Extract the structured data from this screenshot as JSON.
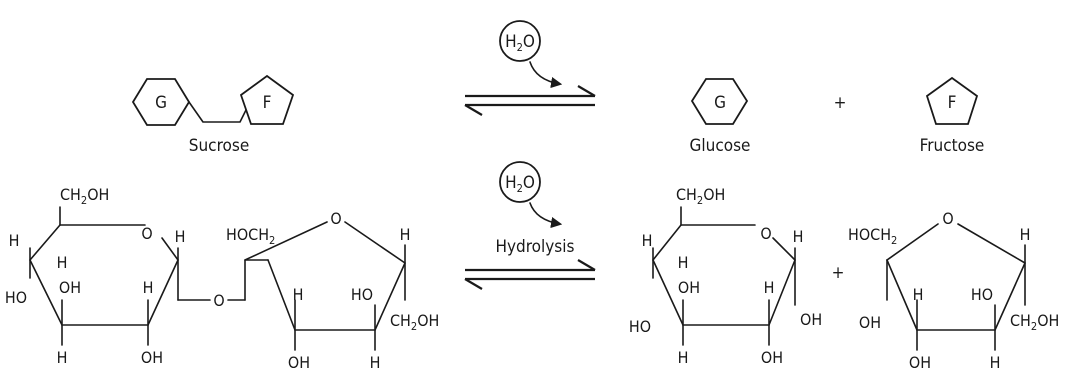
{
  "simple": {
    "glucose_letter": "G",
    "fructose_letter": "F",
    "sucrose_label": "Sucrose",
    "glucose_label": "Glucose",
    "fructose_label": "Fructose",
    "plus": "+"
  },
  "water": {
    "symbol": "H",
    "subscript": "2",
    "oxygen": "O"
  },
  "reaction": {
    "hydrolysis_label": "Hydrolysis",
    "plus": "+"
  },
  "atoms": {
    "H": "H",
    "O": "O",
    "OH": "OH",
    "HO": "HO",
    "CH": "CH",
    "OH_tail": "OH",
    "two": "2",
    "HOCH": "HOCH"
  }
}
